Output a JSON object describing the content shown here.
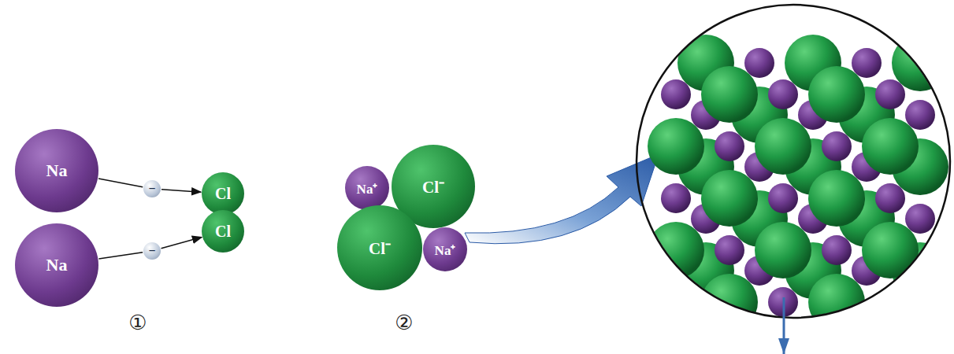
{
  "diagram": {
    "nodes": [
      {
        "text": [
          "Na"
        ]
      },
      {
        "text": [
          "−"
        ]
      },
      {
        "text": [
          "Cl"
        ]
      },
      {
        "text": [
          "Cl"
        ]
      },
      {
        "text": [
          "Na"
        ]
      },
      {
        "text": [
          "−"
        ]
      },
      {
        "text": [
          "Na⁺"
        ]
      },
      {
        "text": [
          "Cl⁻"
        ]
      },
      {
        "text": [
          "Cl⁻"
        ]
      },
      {
        "text": [
          "Na⁺"
        ]
      }
    ],
    "edges": [
      {
        "from": 0,
        "to": 1,
        "arrow": "none"
      },
      {
        "from": 1,
        "to": 2,
        "arrow": "to"
      },
      {
        "from": 4,
        "to": 5,
        "arrow": "none"
      },
      {
        "from": 5,
        "to": 3,
        "arrow": "to"
      }
    ],
    "labels": [
      "①",
      "②"
    ]
  }
}
